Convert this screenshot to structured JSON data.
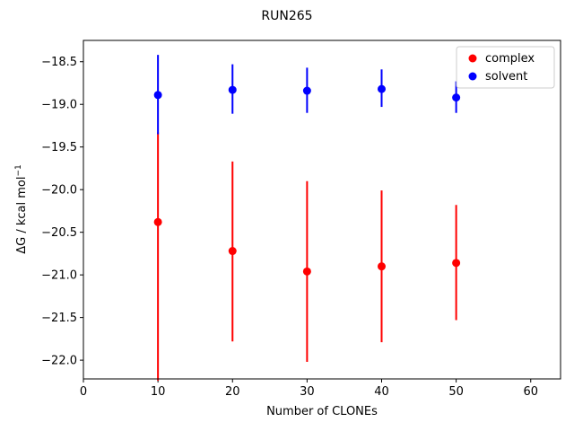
{
  "chart_data": {
    "type": "scatter",
    "title": "RUN265",
    "xlabel": "Number of CLONEs",
    "ylabel_main": "ΔG / kcal mol",
    "ylabel_sup": "−1",
    "xlim": [
      0,
      64
    ],
    "ylim": [
      -22.22,
      -18.25
    ],
    "xticks": [
      0,
      10,
      20,
      30,
      40,
      50,
      60
    ],
    "yticks": [
      -22.0,
      -21.5,
      -21.0,
      -20.5,
      -20.0,
      -19.5,
      -19.0,
      -18.5
    ],
    "xtick_labels": [
      "0",
      "10",
      "20",
      "30",
      "40",
      "50",
      "60"
    ],
    "ytick_labels": [
      "−22.0",
      "−21.5",
      "−21.0",
      "−20.5",
      "−20.0",
      "−19.5",
      "−19.0",
      "−18.5"
    ],
    "legend_position": "top-right",
    "series": [
      {
        "name": "complex",
        "color": "#ff0000",
        "x": [
          10,
          20,
          30,
          40,
          50
        ],
        "y": [
          -20.38,
          -20.72,
          -20.96,
          -20.9,
          -20.86
        ],
        "err_low": [
          -22.24,
          -21.78,
          -22.02,
          -21.79,
          -21.53
        ],
        "err_high": [
          -19.33,
          -19.67,
          -19.9,
          -20.01,
          -20.18
        ]
      },
      {
        "name": "solvent",
        "color": "#0000ff",
        "x": [
          10,
          20,
          30,
          40,
          50
        ],
        "y": [
          -18.89,
          -18.83,
          -18.84,
          -18.82,
          -18.92
        ],
        "err_low": [
          -19.35,
          -19.11,
          -19.1,
          -19.03,
          -19.1
        ],
        "err_high": [
          -18.42,
          -18.53,
          -18.57,
          -18.59,
          -18.73
        ]
      }
    ]
  }
}
